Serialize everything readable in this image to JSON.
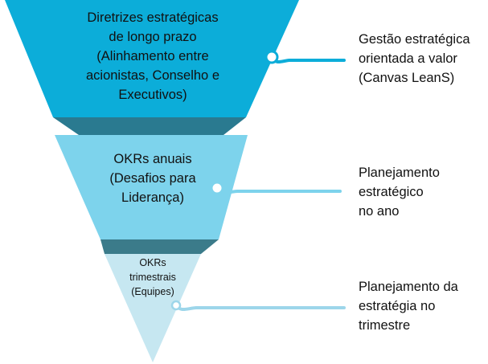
{
  "colors": {
    "tier1": "#0cadd9",
    "tier1_shade": "#2a7a90",
    "tier2": "#7dd3ec",
    "tier2_shade": "#3b7b8a",
    "tier3": "#c6e7f1",
    "tier3_shade": "#9dd6ea",
    "text": "#111111"
  },
  "tiers": [
    {
      "lines": [
        "Diretrizes estratégicas",
        "de longo prazo",
        "(Alinhamento entre",
        "acionistas, Conselho e",
        "Executivos)"
      ],
      "side_lines": [
        "Gestão estratégica",
        "orientada a valor",
        "(Canvas LeanS)"
      ]
    },
    {
      "lines": [
        "OKRs anuais",
        "(Desafios para",
        "Liderança)"
      ],
      "side_lines": [
        "Planejamento",
        "estratégico",
        "no ano"
      ]
    },
    {
      "lines": [
        "OKRs",
        "trimestrais",
        "(Equipes)"
      ],
      "side_lines": [
        "Planejamento da",
        "estratégia no",
        "trimestre"
      ]
    }
  ]
}
